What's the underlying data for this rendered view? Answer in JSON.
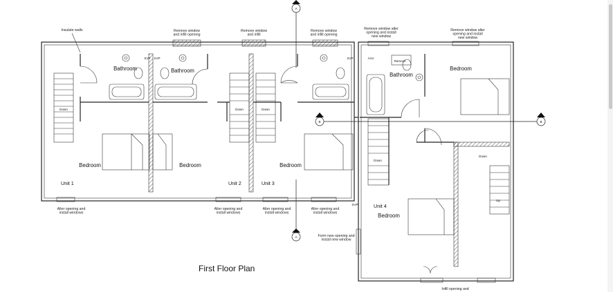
{
  "title": "First Floor Plan",
  "section_markers": {
    "a_top": "A",
    "a_bottom": "A",
    "b_left": "B",
    "b_right": "B"
  },
  "notes": {
    "insulate": "Insulate walls",
    "remove1": [
      "Remove window",
      "and infill opening"
    ],
    "remove2": [
      "Remove window",
      "and infill"
    ],
    "remove3": [
      "Remove window",
      "and infill opening"
    ],
    "remove4": [
      "Remove window alter",
      "opening and install",
      "new window"
    ],
    "remove5": [
      "Remove window alter",
      "opening and install",
      "new window"
    ],
    "alter1": [
      "Alter opening and",
      "install windows"
    ],
    "alter2": [
      "Alter opening and",
      "install windows"
    ],
    "alter3": [
      "Alter opening and",
      "install windows"
    ],
    "alter4": [
      "Alter opening and",
      "install windows"
    ],
    "form_new": [
      "Form new opening and",
      "install new window"
    ],
    "infill_bottom": "Infill opening and"
  },
  "rooms": {
    "bathroom1": "Bathroom",
    "bathroom2": "Bathroom",
    "bathroom4": "Bathroom",
    "bedroom1": "Bedroom",
    "bedroom2": "Bedroom",
    "bedroom3": "Bedroom",
    "bedroom4": "Bedroom",
    "bedroom_u4": "Bedroom"
  },
  "units": {
    "u1": "Unit 1",
    "u2": "Unit 2",
    "u3": "Unit 3",
    "u4": "Unit 4"
  },
  "small_labels": {
    "down1": "Down",
    "down2": "Down",
    "down3": "Down",
    "down4": "Down",
    "down5": "Down",
    "up": "Up",
    "svp1": "SVP",
    "svp2": "SVP",
    "svp3": "SVP",
    "svp4": "SVP",
    "aav": "AAV",
    "remove_small": "Remove"
  }
}
